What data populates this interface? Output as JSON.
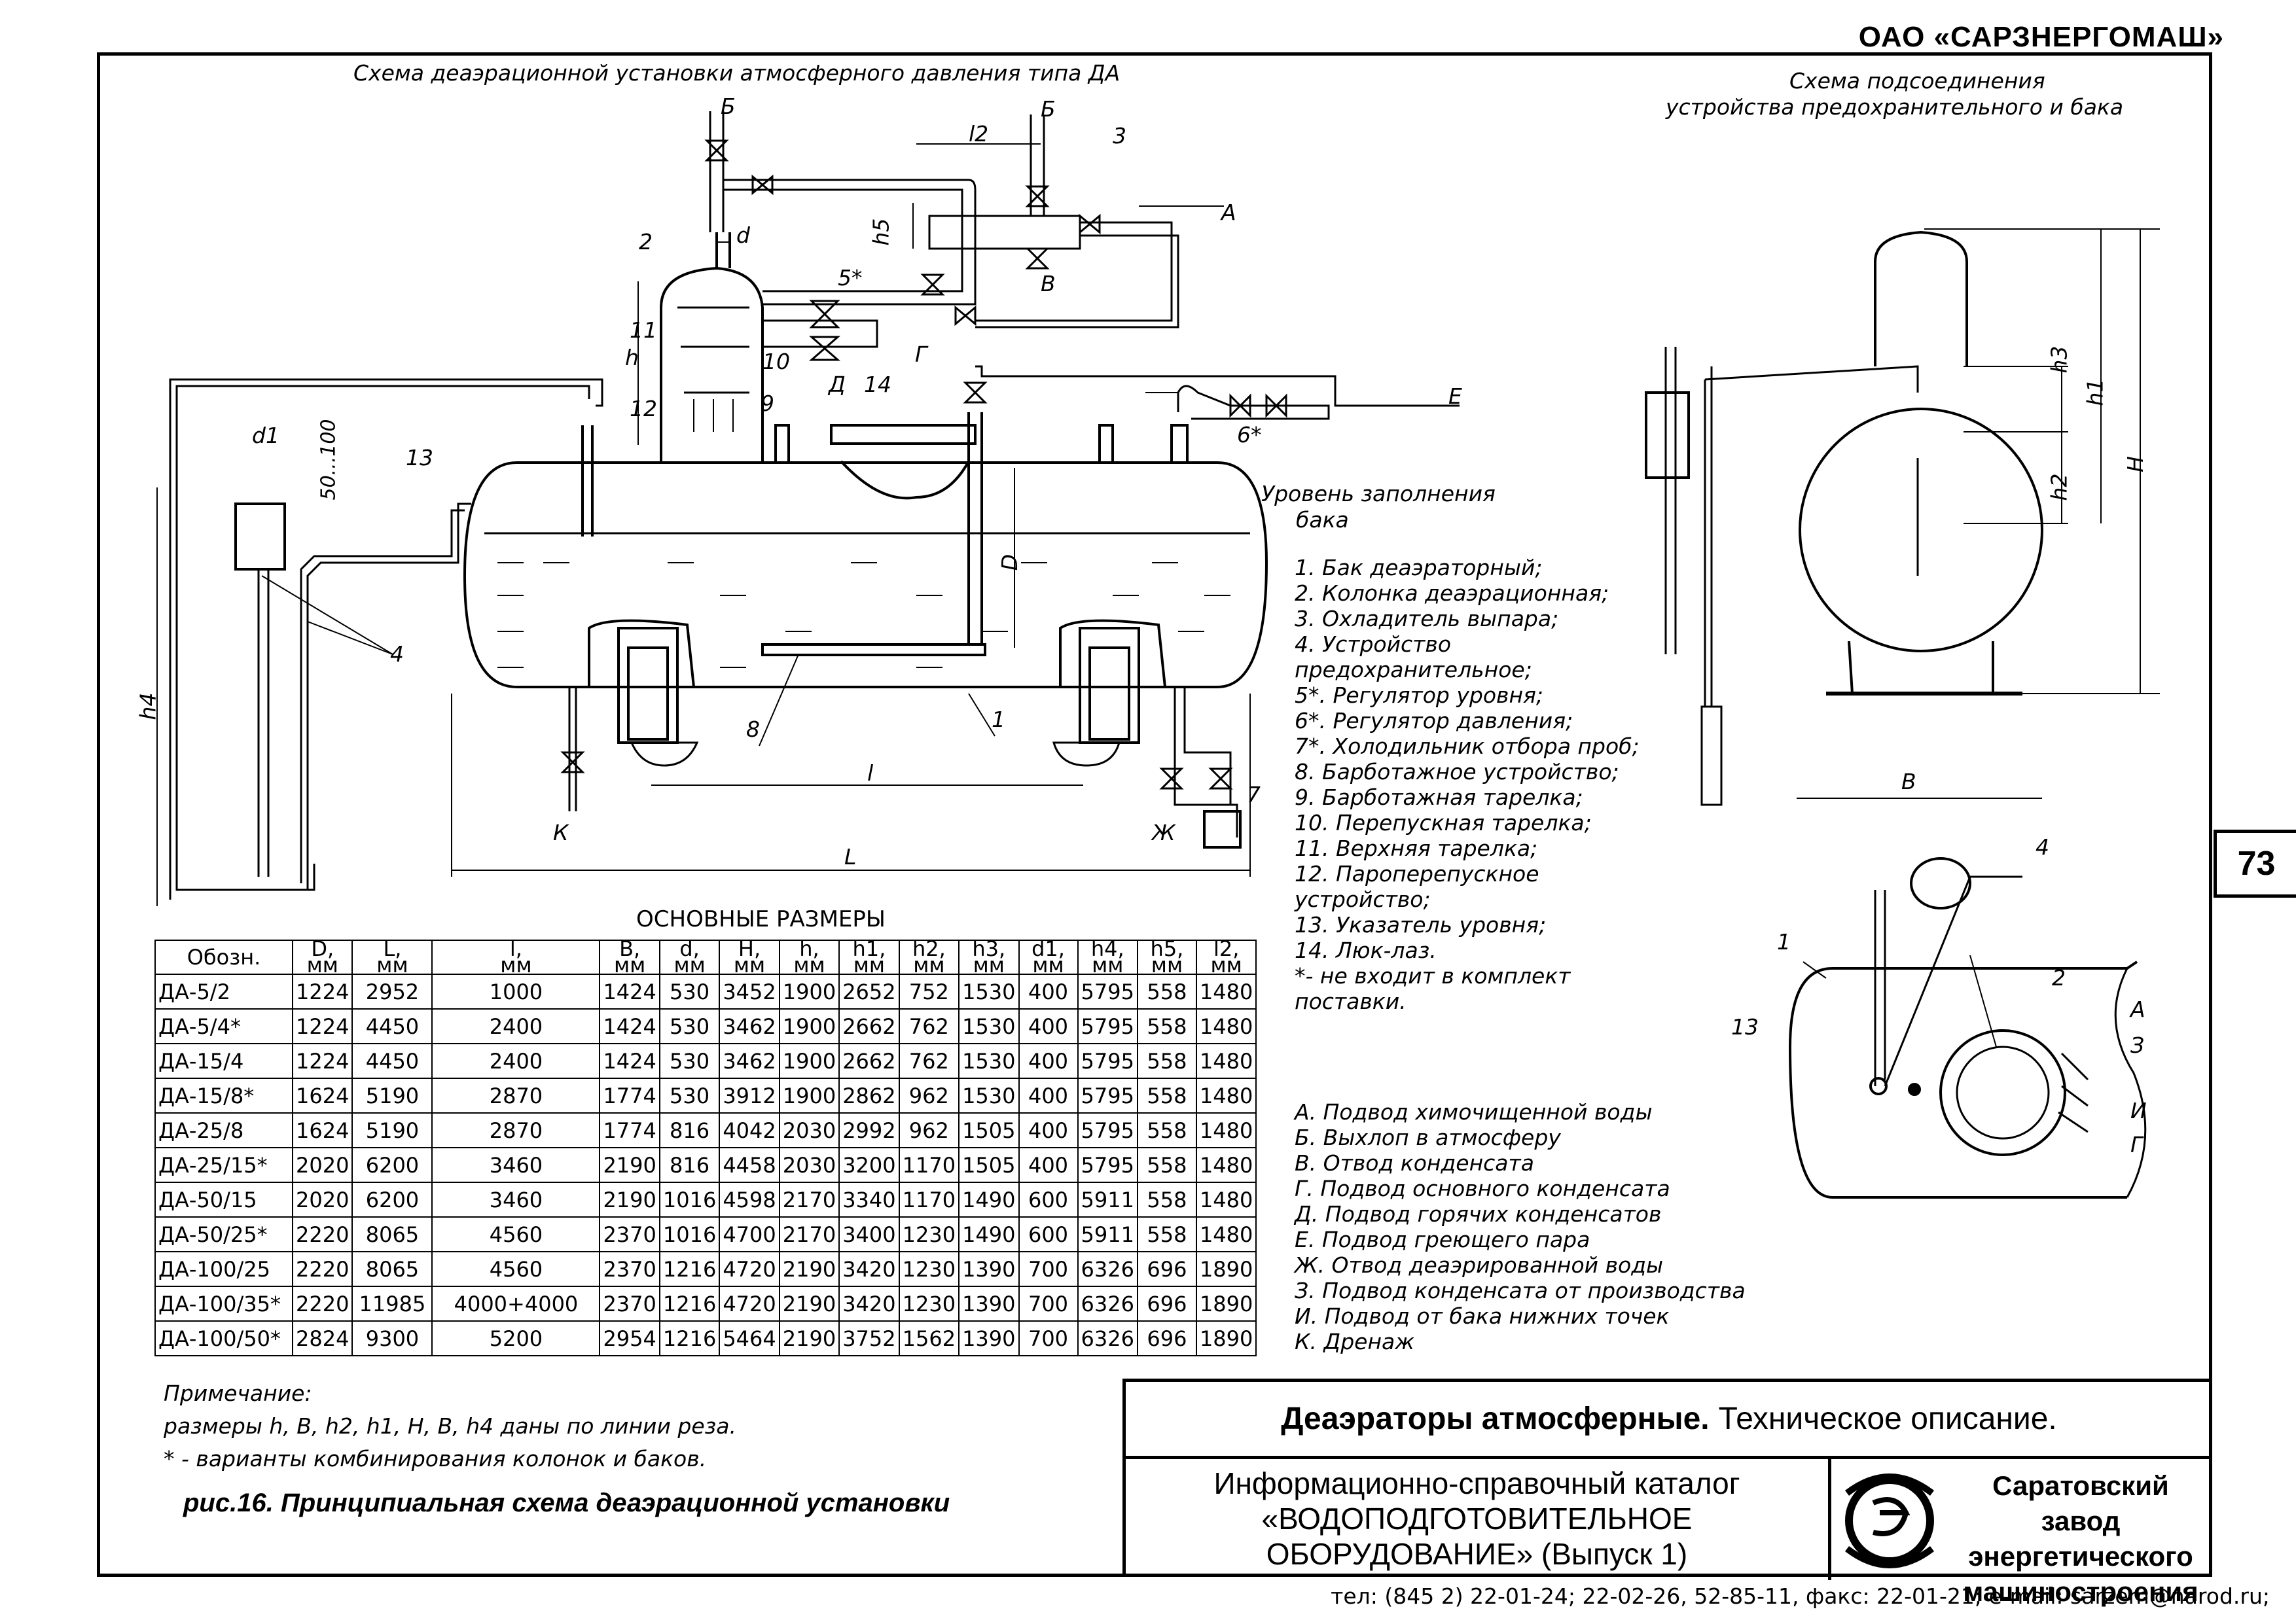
{
  "header": {
    "company": "ОАО «САРЗНЕРГОМАШ»",
    "page_number": "73"
  },
  "titles": {
    "main_scheme": "Схема деаэрационной установки атмосферного давления типа ДА",
    "connection_scheme_1": "Схема подсоединения",
    "connection_scheme_2": "устройства предохранительного и бака"
  },
  "diagram_labels": {
    "B_top": "Б",
    "B_top2": "Б",
    "A": "А",
    "V": "В",
    "G": "Г",
    "D_port": "Д",
    "E": "Е",
    "K": "К",
    "Zh": "Ж",
    "d": "d",
    "d1": "d1",
    "h": "h",
    "h4": "h4",
    "h5": "h5",
    "l2": "l2",
    "l": "l",
    "L": "L",
    "D": "D",
    "H": "H",
    "h1": "h1",
    "h2": "h2",
    "h3": "h3",
    "B_width": "B",
    "range": "50...100",
    "n1": "1",
    "n2": "2",
    "n3": "3",
    "n4": "4",
    "n5": "5*",
    "n6": "6*",
    "n7": "7",
    "n8": "8",
    "n9": "9",
    "n10": "10",
    "n11": "11",
    "n12": "12",
    "n13": "13",
    "n14": "14",
    "fill_level_1": "Уровень заполнения",
    "fill_level_2": "бака",
    "top_4": "4",
    "top_1": "1",
    "top_2": "2",
    "top_A": "А",
    "top_Z": "З",
    "top_I": "И",
    "top_G": "Г",
    "top_13": "13"
  },
  "legend_numbered": [
    "1. Бак деаэраторный;",
    "2. Колонка деаэрационная;",
    "3. Охладитель выпара;",
    "4. Устройство",
    "предохранительное;",
    "5*. Регулятор уровня;",
    "6*. Регулятор давления;",
    "7*. Холодильник отбора проб;",
    "8. Барботажное устройство;",
    "9. Барботажная тарелка;",
    "10. Перепускная тарелка;",
    "11. Верхняя тарелка;",
    "12. Пароперепускное",
    "устройство;",
    "13. Указатель уровня;",
    "14. Люк-лаз.",
    "*- не входит в комплект",
    "поставки."
  ],
  "legend_letters": [
    "А. Подвод химочищенной воды",
    "Б. Выхлоп в атмосферу",
    "В. Отвод конденсата",
    "Г. Подвод основного конденсата",
    "Д. Подвод горячих конденсатов",
    "Е. Подвод греющего пара",
    "Ж. Отвод деаэрированной воды",
    "З. Подвод конденсата от производства",
    "И. Подвод от бака нижних точек",
    "К. Дренаж"
  ],
  "table": {
    "title": "ОСНОВНЫЕ РАЗМЕРЫ",
    "header_top": [
      "Обозн.",
      "D,",
      "L,",
      "l,",
      "B,",
      "d,",
      "H,",
      "h,",
      "h1,",
      "h2,",
      "h3,",
      "d1,",
      "h4,",
      "h5,",
      "l2,"
    ],
    "header_unit": "мм",
    "rows": [
      [
        "ДА-5/2",
        "1224",
        "2952",
        "1000",
        "1424",
        "530",
        "3452",
        "1900",
        "2652",
        "752",
        "1530",
        "400",
        "5795",
        "558",
        "1480"
      ],
      [
        "ДА-5/4*",
        "1224",
        "4450",
        "2400",
        "1424",
        "530",
        "3462",
        "1900",
        "2662",
        "762",
        "1530",
        "400",
        "5795",
        "558",
        "1480"
      ],
      [
        "ДА-15/4",
        "1224",
        "4450",
        "2400",
        "1424",
        "530",
        "3462",
        "1900",
        "2662",
        "762",
        "1530",
        "400",
        "5795",
        "558",
        "1480"
      ],
      [
        "ДА-15/8*",
        "1624",
        "5190",
        "2870",
        "1774",
        "530",
        "3912",
        "1900",
        "2862",
        "962",
        "1530",
        "400",
        "5795",
        "558",
        "1480"
      ],
      [
        "ДА-25/8",
        "1624",
        "5190",
        "2870",
        "1774",
        "816",
        "4042",
        "2030",
        "2992",
        "962",
        "1505",
        "400",
        "5795",
        "558",
        "1480"
      ],
      [
        "ДА-25/15*",
        "2020",
        "6200",
        "3460",
        "2190",
        "816",
        "4458",
        "2030",
        "3200",
        "1170",
        "1505",
        "400",
        "5795",
        "558",
        "1480"
      ],
      [
        "ДА-50/15",
        "2020",
        "6200",
        "3460",
        "2190",
        "1016",
        "4598",
        "2170",
        "3340",
        "1170",
        "1490",
        "600",
        "5911",
        "558",
        "1480"
      ],
      [
        "ДА-50/25*",
        "2220",
        "8065",
        "4560",
        "2370",
        "1016",
        "4700",
        "2170",
        "3400",
        "1230",
        "1490",
        "600",
        "5911",
        "558",
        "1480"
      ],
      [
        "ДА-100/25",
        "2220",
        "8065",
        "4560",
        "2370",
        "1216",
        "4720",
        "2190",
        "3420",
        "1230",
        "1390",
        "700",
        "6326",
        "696",
        "1890"
      ],
      [
        "ДА-100/35*",
        "2220",
        "11985",
        "4000+4000",
        "2370",
        "1216",
        "4720",
        "2190",
        "3420",
        "1230",
        "1390",
        "700",
        "6326",
        "696",
        "1890"
      ],
      [
        "ДА-100/50*",
        "2824",
        "9300",
        "5200",
        "2954",
        "1216",
        "5464",
        "2190",
        "3752",
        "1562",
        "1390",
        "700",
        "6326",
        "696",
        "1890"
      ]
    ]
  },
  "notes": [
    "Примечание:",
    "размеры h, B, h2, h1, H, B, h4 даны по линии реза.",
    "* - варианты комбинирования колонок и баков."
  ],
  "caption": "рис.16. Принципиальная схема деаэрационной установки",
  "title_block": {
    "title_bold": "Деаэраторы атмосферные.",
    "title_rest": "Техническое описание.",
    "catalog_1": "Информационно-справочный каталог",
    "catalog_2": "«ВОДОПОДГОТОВИТЕЛЬНОЕ",
    "catalog_3": "ОБОРУДОВАНИЕ» (Выпуск 1)",
    "plant_1": "Саратовский завод",
    "plant_2": "энергетического",
    "plant_3": "машиностроения"
  },
  "contacts": "тел: (845 2) 22-01-24; 22-02-26, 52-85-11, факс: 22-01-21; e-mail: sarzem@narod.ru;"
}
